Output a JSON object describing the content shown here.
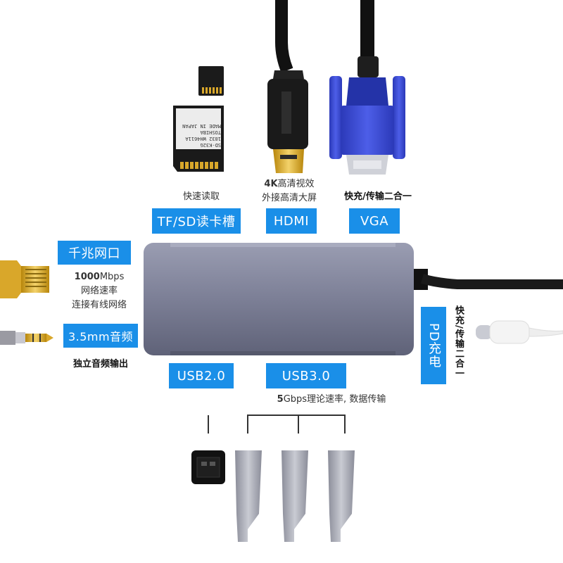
{
  "labels": {
    "tf_sd": "TF/SD读卡槽",
    "hdmi": "HDMI",
    "vga": "VGA",
    "ethernet": "千兆网口",
    "audio": "3.5mm音频",
    "usb2": "USB2.0",
    "usb3": "USB3.0",
    "pd": "PD充电"
  },
  "captions": {
    "tf_sd": "快速读取",
    "hdmi_line1_bold": "4K",
    "hdmi_line1_rest": "高清视效",
    "hdmi_line2": "外接高清大屏",
    "vga": "快充/传输二合一",
    "eth_speed_bold": "1000",
    "eth_speed_rest": "Mbps",
    "eth_line2": "网络速率",
    "eth_line3": "连接有线网络",
    "audio": "独立音频输出",
    "usb3_bold": "5",
    "usb3_rest": "Gbps理论速率, 数据传输",
    "pd": "快充/传输二合一"
  },
  "sd_card_text": [
    "SD-K32G",
    "1832 WH4611A",
    "TOSHIBA",
    "MADE IN JAPAN"
  ],
  "colors": {
    "tag_blue": "#1a8fe8",
    "hub_body": "#7c7f96",
    "vga_blue": "#3f4fd8",
    "cable_black": "#1a1a1a"
  }
}
